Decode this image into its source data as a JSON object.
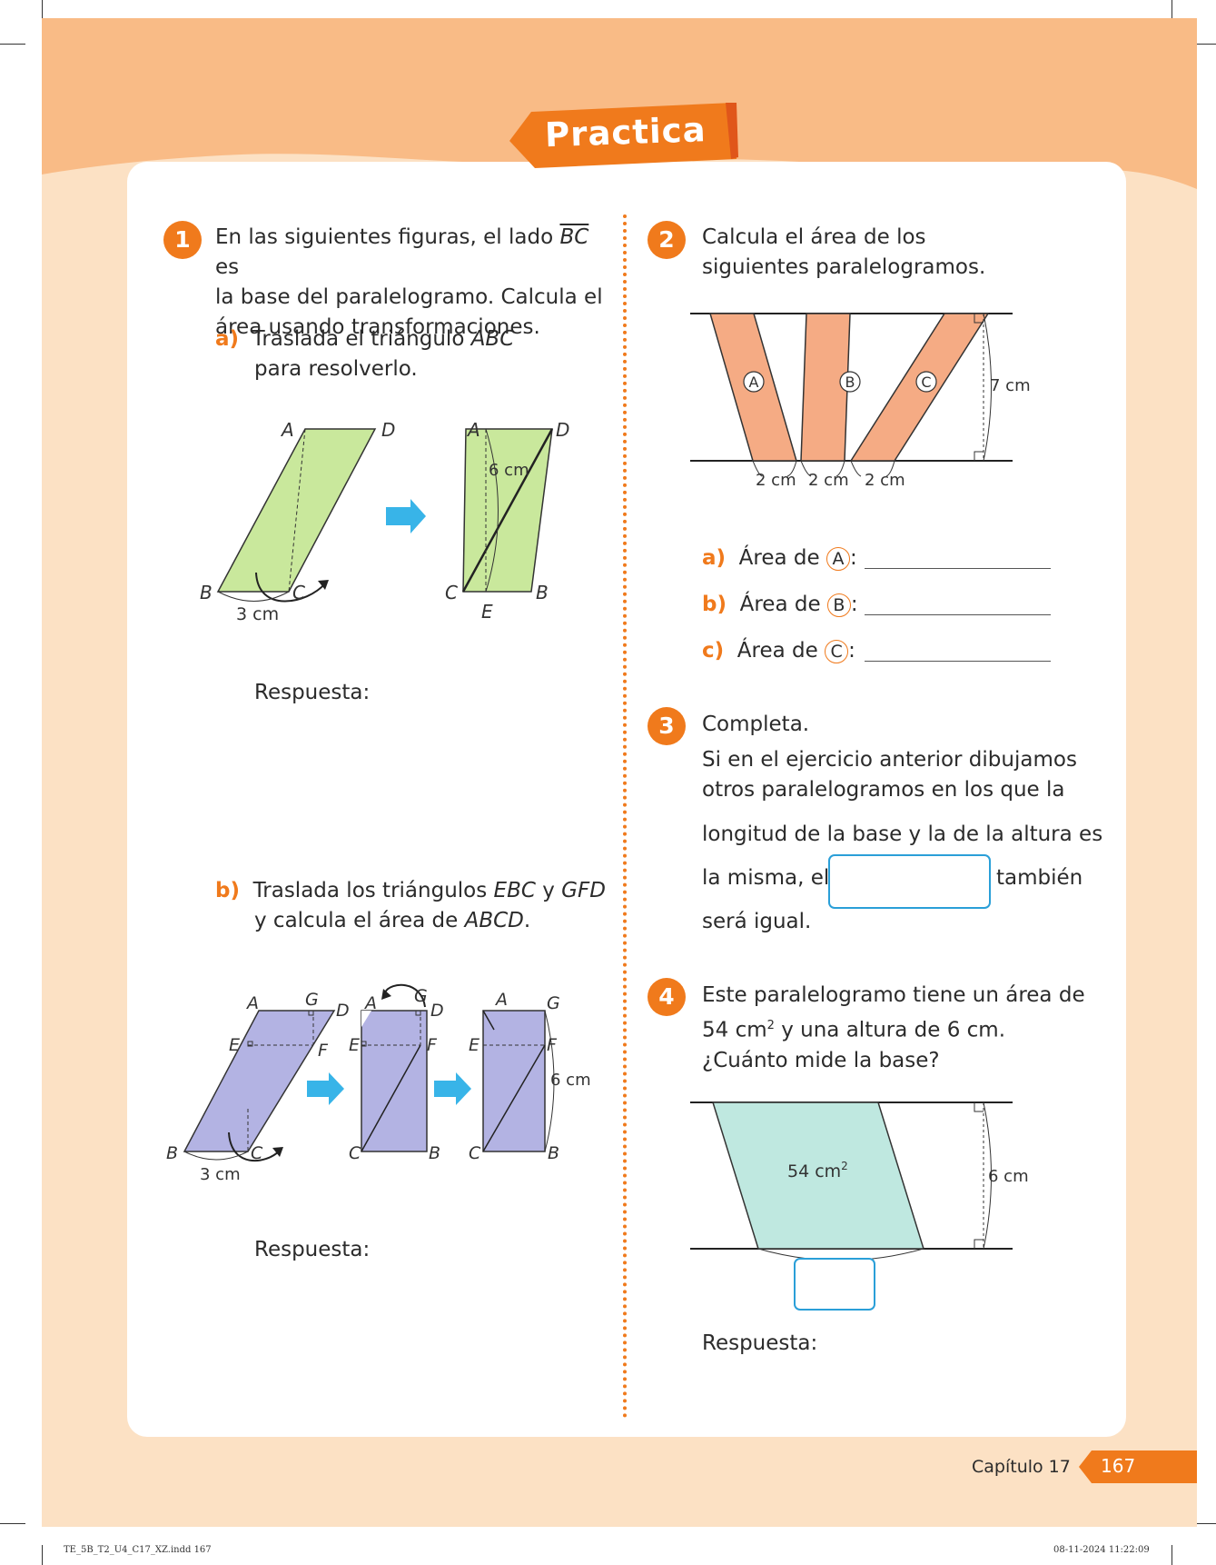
{
  "header": {
    "title": "Practica"
  },
  "ex1": {
    "number": "1",
    "line1_pre": "En las siguientes figuras, el lado ",
    "line1_seg": "BC",
    "line1_post": " es",
    "line2": "la base del paralelogramo. Calcula el",
    "line3": "área usando transformaciones.",
    "a": {
      "label": "a)",
      "line1_pre": "Traslada el triángulo ",
      "line1_it": "ABC",
      "line2": "para resolverlo.",
      "answer": "Respuesta:"
    },
    "fig_a": {
      "A": "A",
      "B": "B",
      "C": "C",
      "D": "D",
      "E": "E",
      "base": "3 cm",
      "height": "6 cm"
    },
    "b": {
      "label": "b)",
      "line1_pre": "Traslada los triángulos ",
      "line1_it1": "EBC",
      "line1_mid": " y ",
      "line1_it2": "GFD",
      "line2_pre": "y calcula el área de ",
      "line2_it": "ABCD",
      "line2_post": ".",
      "answer": "Respuesta:"
    },
    "fig_b": {
      "A": "A",
      "B": "B",
      "C": "C",
      "D": "D",
      "E": "E",
      "F": "F",
      "G": "G",
      "base": "3 cm",
      "height": "6 cm"
    }
  },
  "ex2": {
    "number": "2",
    "line1": "Calcula el área de los",
    "line2": "siguientes paralelogramos.",
    "shapes": [
      "A",
      "B",
      "C"
    ],
    "height": "7 cm",
    "bases": [
      "2 cm",
      "2 cm",
      "2 cm"
    ],
    "items": [
      {
        "label": "a)",
        "text": "Área de",
        "shape": "A"
      },
      {
        "label": "b)",
        "text": "Área de",
        "shape": "B"
      },
      {
        "label": "c)",
        "text": "Área de",
        "shape": "C"
      }
    ]
  },
  "ex3": {
    "number": "3",
    "line1": "Completa.",
    "line2": "Si en el ejercicio anterior dibujamos",
    "line3": "otros paralelogramos en los que la",
    "line4": "longitud de la base y la de la altura es",
    "line5_pre": "la misma, el",
    "line5_post": "también",
    "line6": "será igual."
  },
  "ex4": {
    "number": "4",
    "line1": "Este paralelogramo tiene un área de",
    "line2_pre": "54 cm",
    "line2_sup": "2",
    "line2_post": " y una altura de 6 cm.",
    "line3": "¿Cuánto mide la base?",
    "area_label": "54 cm",
    "area_sup": "2",
    "height": "6 cm",
    "answer": "Respuesta:"
  },
  "footer": {
    "chapter": "Capítulo 17",
    "page": "167",
    "slug_left": "TE_5B_T2_U4_C17_XZ.indd   167",
    "slug_right": "08-11-2024   11:22:09"
  },
  "colors": {
    "orange": "#f07a1c",
    "peach": "#f9bb86",
    "page_bg": "#fce1c4",
    "green": "#c9e89c",
    "lavender": "#b3b3e3",
    "salmon": "#f5ab84",
    "mint": "#bfe8e0",
    "arrow_blue": "#38b4e8",
    "box_blue": "#2a9fd8"
  }
}
